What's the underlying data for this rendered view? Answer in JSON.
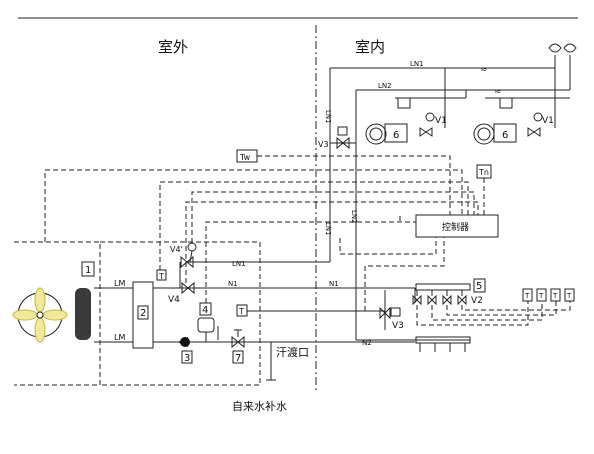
{
  "zones": {
    "outdoor": "室外",
    "indoor": "室内"
  },
  "pipes": {
    "ln1_top": "LN1",
    "ln2_top": "LN2",
    "ln1_vertical": "LN1",
    "ln2_vertical": "LN2",
    "ln1_lower_vertical": "LN1",
    "ln1_valve_row": "LN1",
    "n1_left": "N1",
    "n1_right": "N1",
    "n2": "N2",
    "lm_upper": "LM",
    "lm_lower": "LM"
  },
  "valves": {
    "v1_a": "V1",
    "v1_b": "V1",
    "v2": "V2",
    "v3_top": "V3",
    "v3_lower": "V3",
    "v4": "V4",
    "v4_prime": "V4'"
  },
  "sensors": {
    "tw": "Tw",
    "tn": "Tn",
    "t": "T"
  },
  "components": {
    "c1": "1",
    "c2": "2",
    "c3": "3",
    "c4": "4",
    "c5": "5",
    "c6_a": "6",
    "c6_b": "6",
    "c7": "7"
  },
  "controller": "控制器",
  "drain_label": "汗渡口",
  "makeup_water_label": "自来水补水"
}
